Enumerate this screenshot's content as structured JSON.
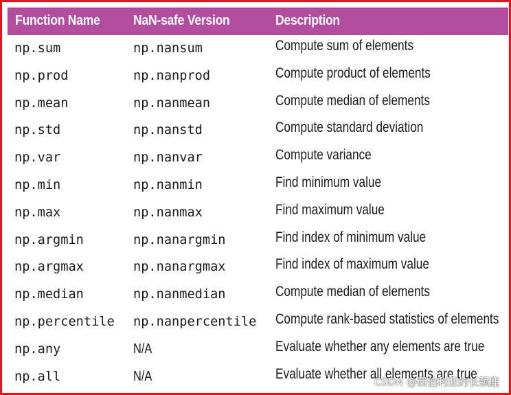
{
  "table": {
    "headers": [
      "Function Name",
      "NaN-safe Version",
      "Description"
    ],
    "rows": [
      {
        "func": "np.sum",
        "nan": "np.nansum",
        "desc": "Compute sum of elements"
      },
      {
        "func": "np.prod",
        "nan": "np.nanprod",
        "desc": "Compute product of elements"
      },
      {
        "func": "np.mean",
        "nan": "np.nanmean",
        "desc": "Compute median of elements"
      },
      {
        "func": "np.std",
        "nan": "np.nanstd",
        "desc": "Compute standard deviation"
      },
      {
        "func": "np.var",
        "nan": "np.nanvar",
        "desc": "Compute variance"
      },
      {
        "func": "np.min",
        "nan": "np.nanmin",
        "desc": "Find minimum value"
      },
      {
        "func": "np.max",
        "nan": "np.nanmax",
        "desc": "Find maximum value"
      },
      {
        "func": "np.argmin",
        "nan": "np.nanargmin",
        "desc": "Find index of minimum value"
      },
      {
        "func": "np.argmax",
        "nan": "np.nanargmax",
        "desc": "Find index of maximum value"
      },
      {
        "func": "np.median",
        "nan": "np.nanmedian",
        "desc": "Compute median of elements"
      },
      {
        "func": "np.percentile",
        "nan": "np.nanpercentile",
        "desc": "Compute rank-based statistics of elements"
      },
      {
        "func": "np.any",
        "nan": "N/A",
        "desc": "Evaluate whether any elements are true"
      },
      {
        "func": "np.all",
        "nan": "N/A",
        "desc": "Evaluate whether all elements are true"
      }
    ]
  },
  "watermark": "CSDN @西伯利亚的长颈鹿",
  "colors": {
    "header_bg": "#b24d9e",
    "border": "#e8141c"
  }
}
